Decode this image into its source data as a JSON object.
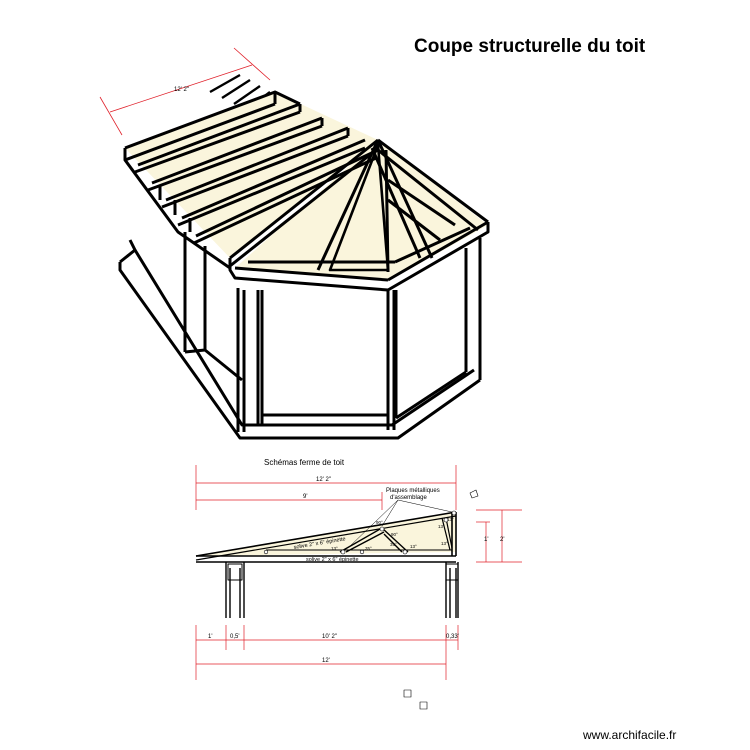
{
  "title": "Coupe structurelle du toit",
  "truss_title": "Schémas ferme de toit",
  "credit": "www.archifacile.fr",
  "plates_label": [
    "Plaques métalliques",
    "d'assemblage"
  ],
  "joist_top_label": "solive 2\" x 6\" épinette",
  "joist_bottom_label": "solive 2\" x 6\" épinette",
  "iso_dimension": "12' 2\"",
  "dimensions": {
    "top_total": "12' 2\"",
    "top_partial": "9'",
    "height_inner": "1'",
    "height_outer": "2'",
    "bottom_left": "1'",
    "bottom_post": "0,5'",
    "bottom_mid": "10' 2\"",
    "bottom_right": "0,33'",
    "bottom_total": "12'"
  },
  "angles": [
    "13°",
    "90°",
    "35°",
    "35°",
    "90°",
    "13°",
    "13°",
    "13°",
    "13°"
  ],
  "colors": {
    "line": "#000000",
    "dimension": "#e0202a",
    "fill": "#faf5dc"
  }
}
